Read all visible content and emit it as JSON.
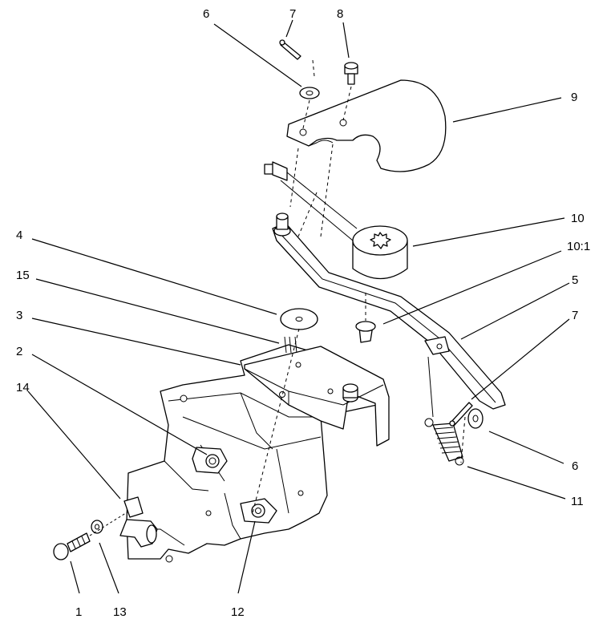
{
  "callouts": [
    {
      "id": "c6a",
      "label": "6"
    },
    {
      "id": "c7a",
      "label": "7"
    },
    {
      "id": "c8",
      "label": "8"
    },
    {
      "id": "c9",
      "label": "9"
    },
    {
      "id": "c10",
      "label": "10"
    },
    {
      "id": "c10_1",
      "label": "10:1"
    },
    {
      "id": "c4",
      "label": "4"
    },
    {
      "id": "c5",
      "label": "5"
    },
    {
      "id": "c15",
      "label": "15"
    },
    {
      "id": "c3",
      "label": "3"
    },
    {
      "id": "c7b",
      "label": "7"
    },
    {
      "id": "c2",
      "label": "2"
    },
    {
      "id": "c14",
      "label": "14"
    },
    {
      "id": "c6b",
      "label": "6"
    },
    {
      "id": "c11",
      "label": "11"
    },
    {
      "id": "c1",
      "label": "1"
    },
    {
      "id": "c13",
      "label": "13"
    },
    {
      "id": "c12",
      "label": "12"
    }
  ]
}
